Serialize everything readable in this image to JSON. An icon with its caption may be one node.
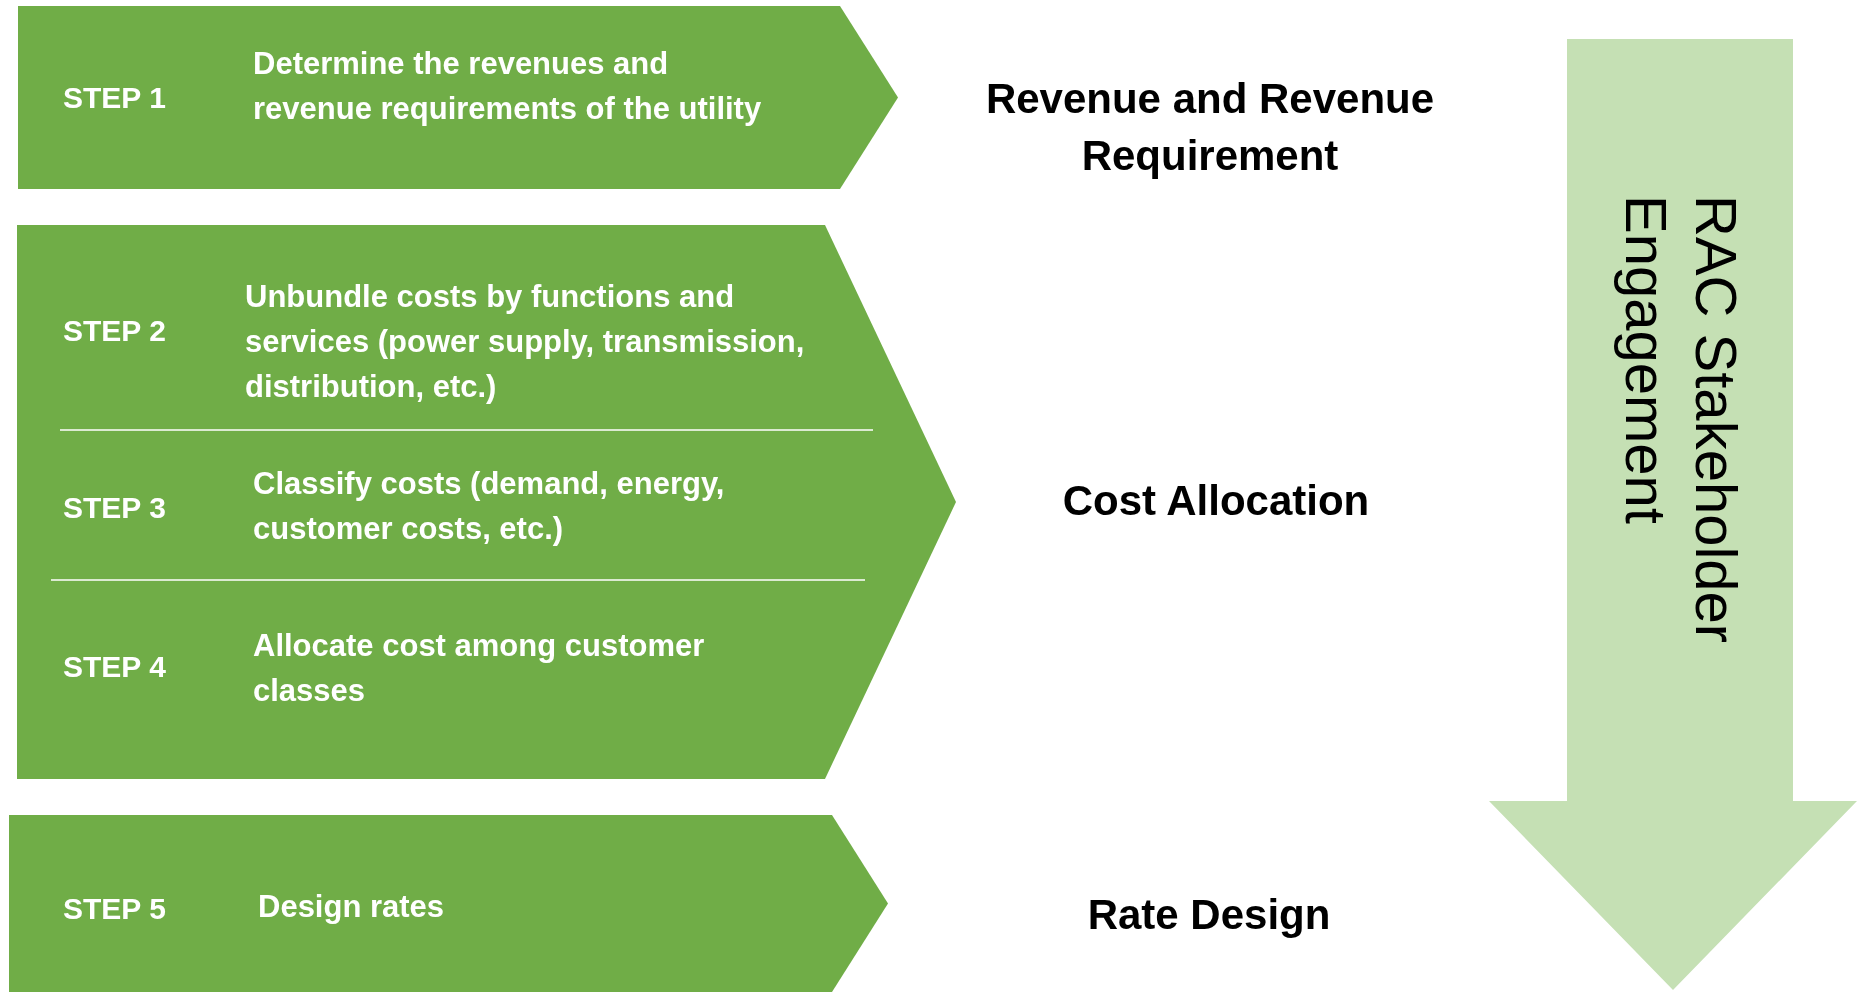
{
  "diagram": {
    "nodes": [
      {
        "text": [
          "STEP 1",
          "Determine the revenues and revenue requirements of the utility"
        ]
      },
      {
        "text": [],
        "shape": "chevron"
      },
      {
        "text": [
          "STEP 2",
          "Unbundle costs by functions and services (power supply, transmission, distribution, etc.)"
        ],
        "in": 1
      },
      {
        "text": [
          "STEP 3",
          "Classify costs (demand, energy, customer costs, etc.)"
        ],
        "in": 1
      },
      {
        "text": [
          "STEP 4",
          "Allocate cost among customer classes"
        ],
        "in": 1
      },
      {
        "text": [
          "STEP 5",
          "Design rates"
        ]
      },
      {
        "text": [
          "RAC Stakeholder Engagement"
        ]
      }
    ],
    "labels": [
      "Revenue and Revenue Requirement",
      "Cost Allocation",
      "Rate Design"
    ]
  }
}
